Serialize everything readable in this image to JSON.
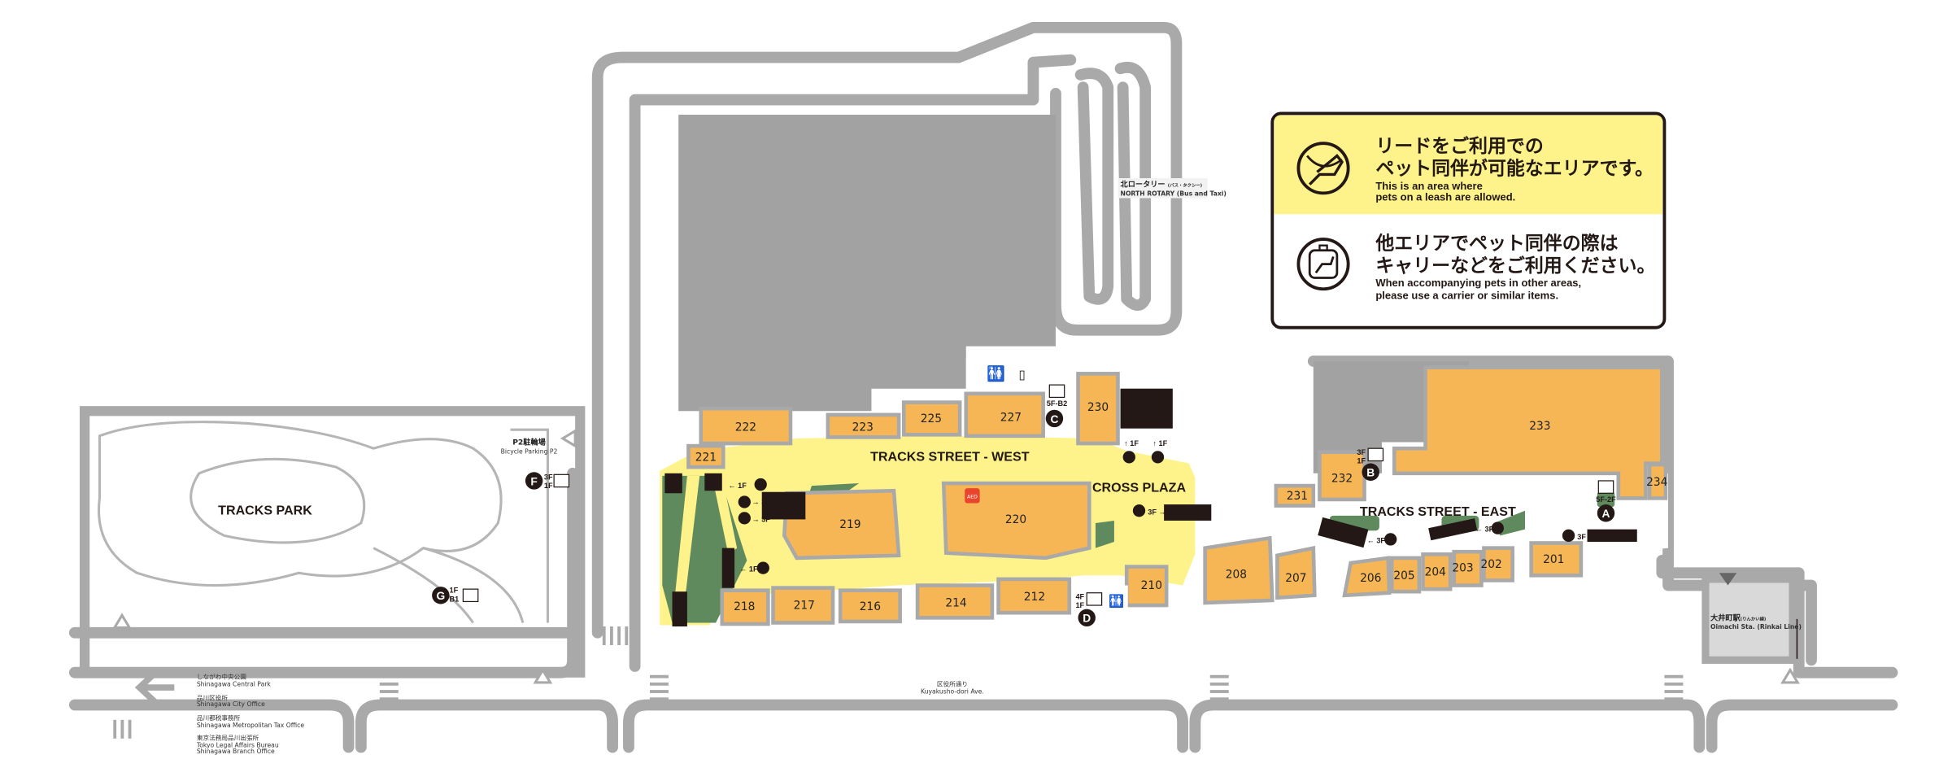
{
  "legend": {
    "allowed_jp_1": "リードをご利用での",
    "allowed_jp_2": "ペット同伴が可能なエリアです。",
    "allowed_en_1": "This is an area where",
    "allowed_en_2": "pets on a leash are allowed.",
    "carrier_jp_1": "他エリアでペット同伴の際は",
    "carrier_jp_2": "キャリーなどをご利用ください。",
    "carrier_en_1": "When accompanying pets in other areas,",
    "carrier_en_2": "please use a carrier or similar items.",
    "allowed_color": "#fdf38a"
  },
  "areas": {
    "tracks_park": "TRACKS PARK",
    "street_west": "TRACKS STREET - WEST",
    "street_east": "TRACKS STREET - EAST",
    "cross_plaza": "CROSS PLAZA",
    "north_rotary_jp": "北ロータリー",
    "north_rotary_jp_sub": "(バス・タクシー)",
    "north_rotary_en": "NORTH ROTARY (Bus and Taxi)",
    "bicycle_jp": "P2駐輪場",
    "bicycle_en": "Bicycle Parking P2",
    "station_jp": "大井町駅",
    "station_jp_sub": "(りんかい線)",
    "station_en": "Oimachi Sta. (Rinkai Line)",
    "avenue_jp": "区役所通り",
    "avenue_en": "Kuyakusho-dori Ave."
  },
  "directions": [
    {
      "jp": "しながわ中央公園",
      "en": "Shinagawa Central Park"
    },
    {
      "jp": "品川区役所",
      "en": "Shinagawa City Office"
    },
    {
      "jp": "品川都税事務所",
      "en": "Shinagawa Metropolitan Tax Office"
    },
    {
      "jp": "東京法務局品川出張所",
      "en": "Tokyo Legal Affairs Bureau",
      "en2": "Shinagawa Branch Office"
    }
  ],
  "shops": [
    "222",
    "223",
    "225",
    "227",
    "230",
    "221",
    "219",
    "220",
    "218",
    "217",
    "216",
    "214",
    "212",
    "210",
    "208",
    "207",
    "206",
    "205",
    "204",
    "203",
    "202",
    "201",
    "231",
    "232",
    "233",
    "234"
  ],
  "elevators": [
    {
      "id": "A",
      "floors": "5F-2F"
    },
    {
      "id": "B",
      "floors_top": "3F",
      "floors_bottom": "1F"
    },
    {
      "id": "C",
      "floors": "5F-B2"
    },
    {
      "id": "D",
      "floors_top": "4F",
      "floors_bottom": "1F"
    },
    {
      "id": "F",
      "floors_top": "3F",
      "floors_bottom": "1F"
    },
    {
      "id": "G",
      "floors_top": "1F",
      "floors_bottom": "B1"
    }
  ],
  "escalators": {
    "west_top": "← 1F",
    "west_up1": "→ 3F",
    "west_up2": "→ 3F",
    "west_bottom": "← 1F",
    "plaza_left": "↑ 1F",
    "plaza_right": "↑ 1F",
    "plaza_3f": "3F →",
    "east_left": "← 3F",
    "east_right": "← 3F",
    "east_a": "3F →"
  },
  "aed": "AED"
}
